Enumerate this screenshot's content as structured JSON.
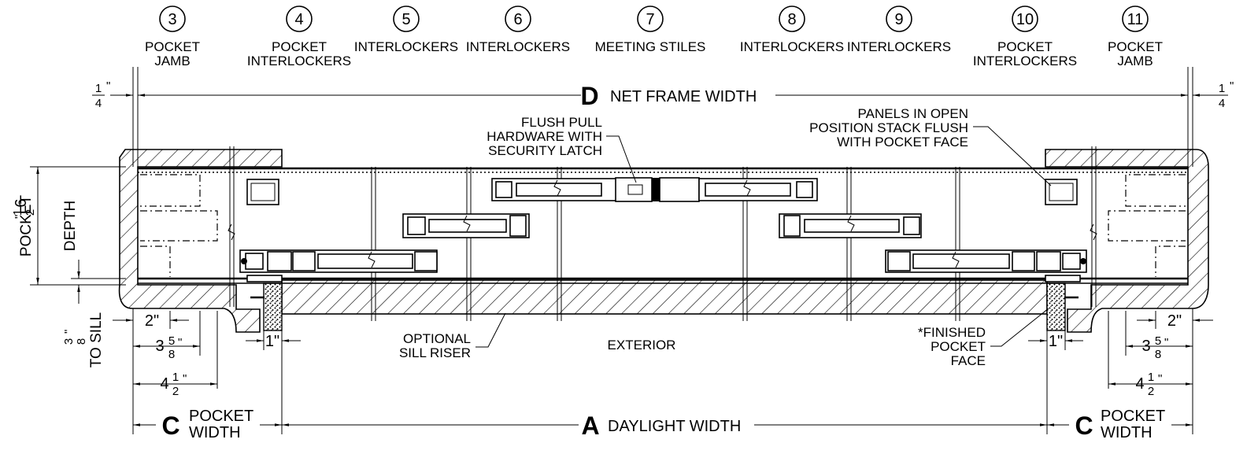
{
  "columns": [
    {
      "num": "3",
      "line1": "POCKET",
      "line2": "JAMB"
    },
    {
      "num": "4",
      "line1": "POCKET",
      "line2": "INTERLOCKERS"
    },
    {
      "num": "5",
      "line1": "INTERLOCKERS",
      "line2": ""
    },
    {
      "num": "6",
      "line1": "INTERLOCKERS",
      "line2": ""
    },
    {
      "num": "7",
      "line1": "MEETING STILES",
      "line2": ""
    },
    {
      "num": "8",
      "line1": "INTERLOCKERS",
      "line2": ""
    },
    {
      "num": "9",
      "line1": "INTERLOCKERS",
      "line2": ""
    },
    {
      "num": "10",
      "line1": "POCKET",
      "line2": "INTERLOCKERS"
    },
    {
      "num": "11",
      "line1": "POCKET",
      "line2": "JAMB"
    }
  ],
  "dims": {
    "d_letter": "D",
    "d_text": "NET FRAME WIDTH",
    "a_letter": "A",
    "a_text": "DAYLIGHT WIDTH",
    "c_letter": "C",
    "c_line1": "POCKET",
    "c_line2": "WIDTH",
    "quarter_num": "1",
    "quarter_den": "4",
    "inch": "\"",
    "pocket_depth_whole": "6",
    "pocket_depth_num": "1",
    "pocket_depth_den": "2",
    "pocket_depth_line1": "POCKET",
    "pocket_depth_line2": "DEPTH",
    "sill_num": "3",
    "sill_den": "8",
    "sill_text": "TO SILL",
    "two_in": "2\"",
    "one_in": "1\"",
    "three58_whole": "3",
    "three58_num": "5",
    "three58_den": "8",
    "four12_whole": "4",
    "four12_num": "1",
    "four12_den": "2"
  },
  "notes": {
    "flush_pull": [
      "FLUSH PULL",
      "HARDWARE WITH",
      "SECURITY LATCH"
    ],
    "panels_open": [
      "PANELS IN OPEN",
      "POSITION STACK FLUSH",
      "WITH POCKET FACE"
    ],
    "optional_sill": [
      "OPTIONAL",
      "SILL RISER"
    ],
    "exterior": "EXTERIOR",
    "finished_pocket": [
      "*FINISHED",
      "POCKET",
      "FACE"
    ]
  }
}
